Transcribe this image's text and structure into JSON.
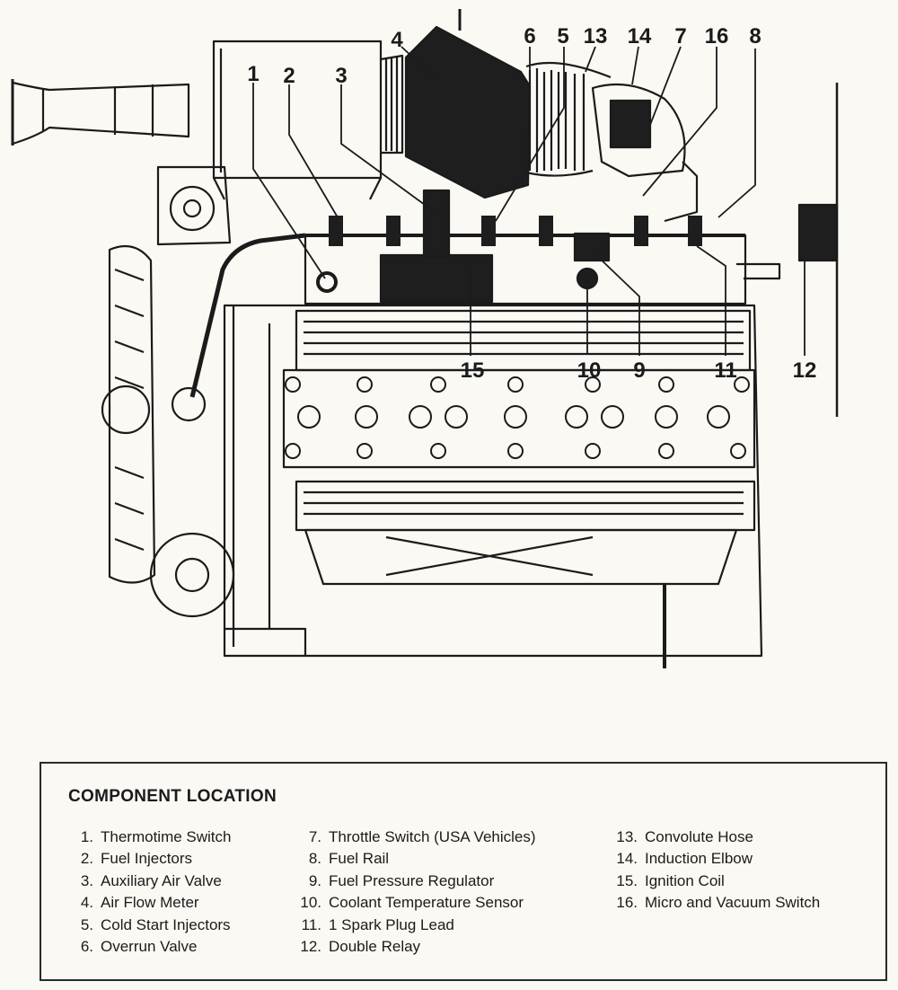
{
  "callouts": [
    "1",
    "2",
    "3",
    "4",
    "5",
    "6",
    "13",
    "14",
    "7",
    "16",
    "8",
    "15",
    "10",
    "9",
    "11",
    "12"
  ],
  "legend": {
    "title": "COMPONENT LOCATION",
    "columns": [
      [
        {
          "num": "1.",
          "label": "Thermotime Switch"
        },
        {
          "num": "2.",
          "label": "Fuel Injectors"
        },
        {
          "num": "3.",
          "label": "Auxiliary Air Valve"
        },
        {
          "num": "4.",
          "label": "Air Flow Meter"
        },
        {
          "num": "5.",
          "label": "Cold Start Injectors"
        },
        {
          "num": "6.",
          "label": "Overrun Valve"
        }
      ],
      [
        {
          "num": "7.",
          "label": "Throttle Switch (USA Vehicles)"
        },
        {
          "num": "8.",
          "label": "Fuel Rail"
        },
        {
          "num": "9.",
          "label": "Fuel Pressure Regulator"
        },
        {
          "num": "10.",
          "label": "Coolant Temperature Sensor"
        },
        {
          "num": "11.",
          "label": "1 Spark Plug Lead"
        },
        {
          "num": "12.",
          "label": "Double Relay"
        }
      ],
      [
        {
          "num": "13.",
          "label": "Convolute Hose"
        },
        {
          "num": "14.",
          "label": "Induction Elbow"
        },
        {
          "num": "15.",
          "label": "Ignition Coil"
        },
        {
          "num": "16.",
          "label": "Micro and Vacuum Switch"
        }
      ]
    ]
  }
}
